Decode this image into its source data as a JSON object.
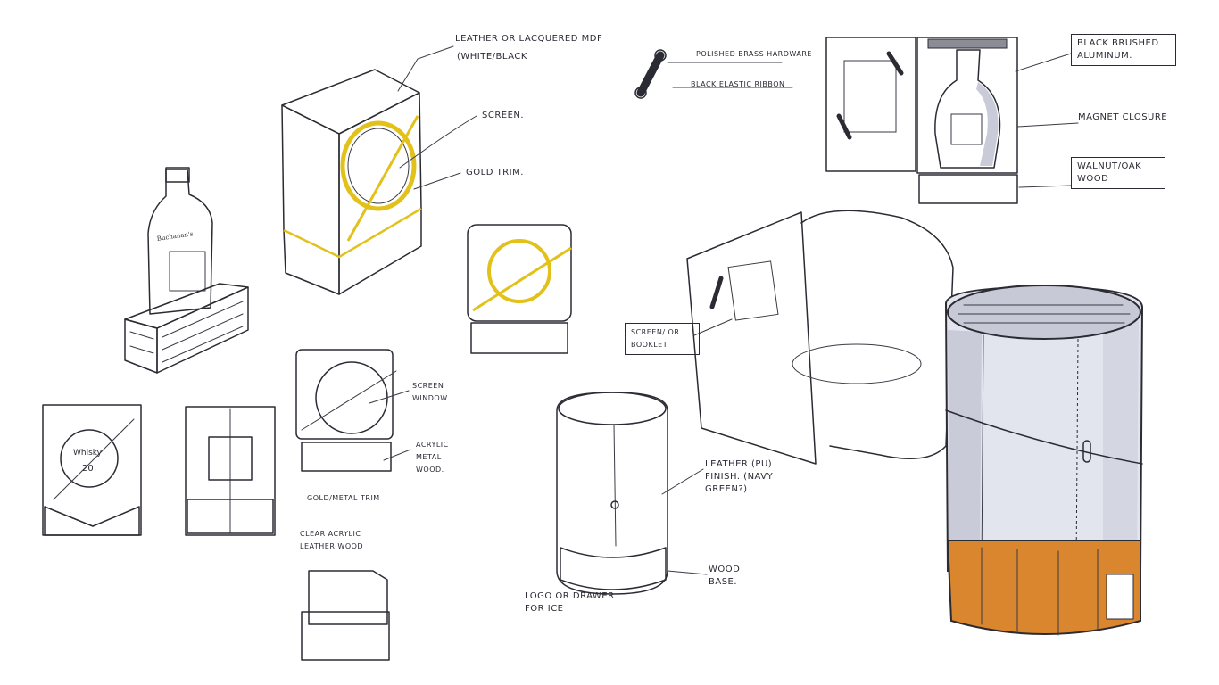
{
  "palette": {
    "ink": "#2b2b33",
    "wood": "#d9862f",
    "wood_dark": "#b8641c",
    "gold": "#e2c21a",
    "panel": "#e6e7ee",
    "panel_shadow": "#c9cbd8"
  },
  "annotations": {
    "leather_mdf": "Leather or lacquered MDF",
    "white_black": "(White/Black",
    "screen": "Screen.",
    "gold_trim": "Gold trim.",
    "polished_brass": "Polished brass hardware",
    "black_elastic": "Black elastic ribbon",
    "black_brushed": "Black brushed aluminum.",
    "magnet_closure": "Magnet closure",
    "walnut_oak": "Walnut/Oak wood",
    "screen_booklet": "Screen/ or booklet",
    "screen_window": "Screen window",
    "acrylic_metal_wood": "Acrylic metal wood.",
    "gold_metal_trim": "Gold/metal trim",
    "clear_acrylic": "Clear acrylic leather wood",
    "leather_pu": "Leather (PU) finish. (Navy green?)",
    "wood_base": "Wood base.",
    "logo_drawer": "Logo or drawer for ice",
    "whisky_label": "Whisky",
    "whisky_years": "20",
    "bottle_label": "Buchanan's"
  }
}
